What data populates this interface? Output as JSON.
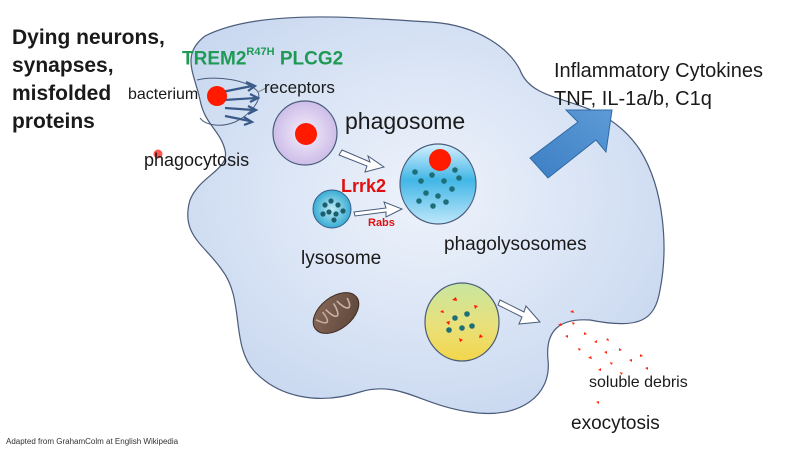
{
  "heading": {
    "line1": "Dying neurons,",
    "line2": "synapses,",
    "line3": "misfolded",
    "line4": "proteins"
  },
  "trem2": {
    "name": "TREM2",
    "variant": "R47H",
    "partner": "PLCG2"
  },
  "labels": {
    "bacterium": "bacterium",
    "receptors": "receptors",
    "phagocytosis": "phagocytosis",
    "phagosome": "phagosome",
    "lrrk2": "Lrrk2",
    "rabs": "Rabs",
    "lysosome": "lysosome",
    "phagolysosomes": "phagolysosomes",
    "cytokines_title": "Inflammatory Cytokines",
    "cytokines_list": "TNF, IL-1a/b, C1q",
    "soluble_debris": "soluble debris",
    "exocytosis": "exocytosis"
  },
  "credit": "Adapted from GrahamColm at English Wikipedia",
  "colors": {
    "cell_fill": "#d6e2f5",
    "cell_stroke": "#4a5c7a",
    "trem_green": "#1f9a55",
    "lrrk2_red": "#e01010",
    "particle_red": "#ff1a00",
    "arrow_blue": "#3c7fc4",
    "phagosome_fill": "#e6dcf3",
    "lysosome_fill": "#3fb6d8",
    "dot_teal": "#1e6e78"
  },
  "icons": [
    "bacterium-icon",
    "receptor-icon",
    "mitochondrion-icon",
    "arrow-icon"
  ]
}
